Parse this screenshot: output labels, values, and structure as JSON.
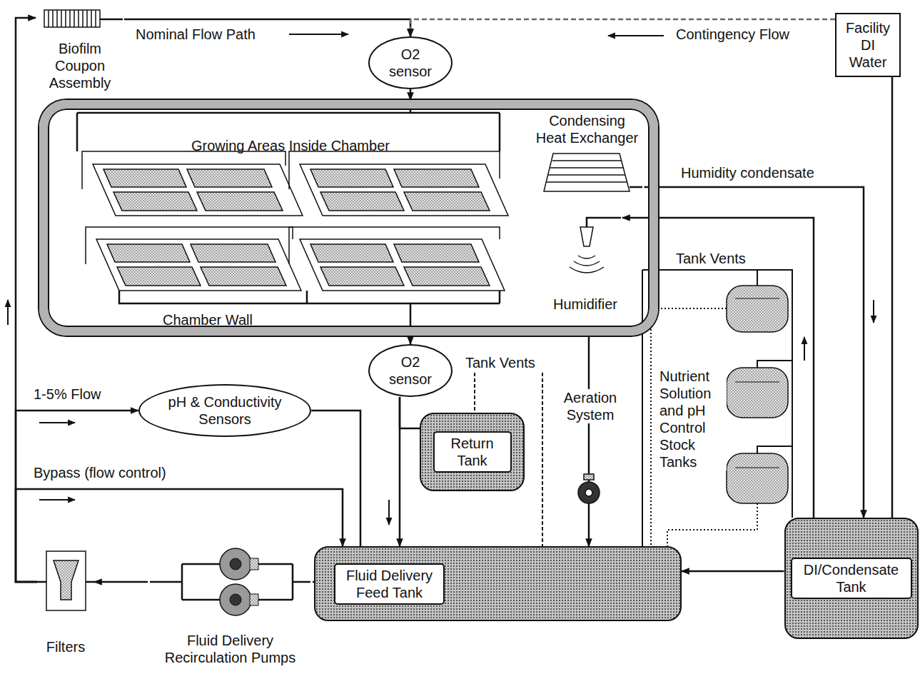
{
  "diagram": {
    "nodes": [
      {
        "text": [
          "Biofilm Coupon Assembly"
        ]
      },
      {
        "text": [
          "O2 sensor"
        ]
      },
      {
        "text": [
          "Facility DI Water"
        ]
      },
      {
        "text": [
          "Growing Areas Inside Chamber",
          "Chamber Wall"
        ]
      },
      {
        "text": [
          "Condensing Heat Exchanger"
        ],
        "in": 3
      },
      {
        "text": [
          "Humidifier"
        ],
        "in": 3
      },
      {
        "text": [
          "O2 sensor"
        ]
      },
      {
        "text": [
          "pH & Conductivity Sensors"
        ]
      },
      {
        "text": [
          "Return Tank"
        ]
      },
      {
        "text": [
          "Fluid Delivery Feed Tank"
        ]
      },
      {
        "text": [
          "DI/Condensate Tank"
        ]
      },
      {
        "text": [
          "Filters"
        ]
      },
      {
        "text": [
          "Fluid Delivery Recirculation Pumps"
        ]
      }
    ],
    "edges": [
      {
        "from": 12,
        "to": 11,
        "arrow": "to"
      },
      {
        "from": 9,
        "to": 12,
        "arrow": "none"
      },
      {
        "from": 11,
        "to": 0,
        "arrow": "to"
      },
      {
        "from": 0,
        "to": 1,
        "arrow": "to"
      },
      {
        "from": 2,
        "to": 1,
        "arrow": "to"
      },
      {
        "from": 1,
        "to": 3,
        "arrow": "to"
      },
      {
        "from": 3,
        "to": 6,
        "arrow": "to"
      },
      {
        "from": 6,
        "to": 9,
        "arrow": "to"
      },
      {
        "from": 6,
        "to": 8,
        "arrow": "none"
      },
      {
        "from": 11,
        "to": 7,
        "arrow": "to"
      },
      {
        "from": 7,
        "to": 9,
        "arrow": "none"
      },
      {
        "from": 11,
        "to": 9,
        "arrow": "to"
      },
      {
        "from": 4,
        "to": 10,
        "label": "Humidity condensate",
        "arrow": "to"
      },
      {
        "from": 10,
        "to": 5,
        "arrow": "to"
      },
      {
        "from": 10,
        "to": 9,
        "arrow": "to"
      },
      {
        "from": 2,
        "to": 10,
        "arrow": "none"
      },
      {
        "from": 3,
        "to": 9,
        "label": "Aeration System",
        "arrow": "to"
      }
    ],
    "labels": [
      "Nominal Flow Path",
      "Contingency Flow",
      "Tank Vents",
      "Nutrient Solution and pH Control Stock Tanks",
      "Tank Vents",
      "1-5% Flow",
      "Bypass (flow control)"
    ]
  }
}
